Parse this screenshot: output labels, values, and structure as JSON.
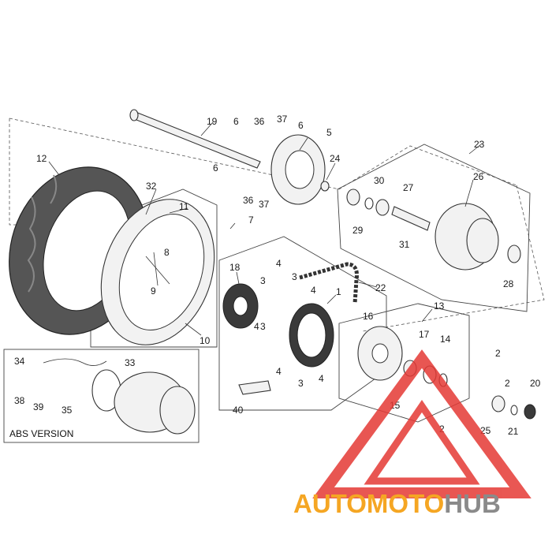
{
  "diagram": {
    "abs_label": "ABS VERSION",
    "callouts": [
      {
        "id": "c1",
        "text": "1"
      },
      {
        "id": "c2a",
        "text": "2"
      },
      {
        "id": "c2b",
        "text": "2"
      },
      {
        "id": "c2c",
        "text": "2"
      },
      {
        "id": "c3a",
        "text": "3"
      },
      {
        "id": "c3b",
        "text": "3"
      },
      {
        "id": "c3c",
        "text": "3"
      },
      {
        "id": "c3d",
        "text": "3"
      },
      {
        "id": "c4a",
        "text": "4"
      },
      {
        "id": "c4b",
        "text": "4"
      },
      {
        "id": "c4c",
        "text": "4"
      },
      {
        "id": "c4d",
        "text": "4"
      },
      {
        "id": "c4e",
        "text": "4"
      },
      {
        "id": "c5",
        "text": "5"
      },
      {
        "id": "c6a",
        "text": "6"
      },
      {
        "id": "c6b",
        "text": "6"
      },
      {
        "id": "c6c",
        "text": "6"
      },
      {
        "id": "c7",
        "text": "7"
      },
      {
        "id": "c8",
        "text": "8"
      },
      {
        "id": "c9",
        "text": "9"
      },
      {
        "id": "c10",
        "text": "10"
      },
      {
        "id": "c11",
        "text": "11"
      },
      {
        "id": "c12",
        "text": "12"
      },
      {
        "id": "c13",
        "text": "13"
      },
      {
        "id": "c14",
        "text": "14"
      },
      {
        "id": "c15",
        "text": "15"
      },
      {
        "id": "c16",
        "text": "16"
      },
      {
        "id": "c17",
        "text": "17"
      },
      {
        "id": "c18",
        "text": "18"
      },
      {
        "id": "c19",
        "text": "19"
      },
      {
        "id": "c20",
        "text": "20"
      },
      {
        "id": "c21",
        "text": "21"
      },
      {
        "id": "c22",
        "text": "22"
      },
      {
        "id": "c23",
        "text": "23"
      },
      {
        "id": "c24",
        "text": "24"
      },
      {
        "id": "c25",
        "text": "25"
      },
      {
        "id": "c26",
        "text": "26"
      },
      {
        "id": "c27",
        "text": "27"
      },
      {
        "id": "c28",
        "text": "28"
      },
      {
        "id": "c29",
        "text": "29"
      },
      {
        "id": "c30",
        "text": "30"
      },
      {
        "id": "c31",
        "text": "31"
      },
      {
        "id": "c32",
        "text": "32"
      },
      {
        "id": "c33",
        "text": "33"
      },
      {
        "id": "c34",
        "text": "34"
      },
      {
        "id": "c35",
        "text": "35"
      },
      {
        "id": "c36a",
        "text": "36"
      },
      {
        "id": "c36b",
        "text": "36"
      },
      {
        "id": "c37a",
        "text": "37"
      },
      {
        "id": "c37b",
        "text": "37"
      },
      {
        "id": "c38",
        "text": "38"
      },
      {
        "id": "c39",
        "text": "39"
      },
      {
        "id": "c40",
        "text": "40"
      }
    ]
  },
  "watermark": {
    "part1": "AUTO",
    "part2": "MOTO",
    "part3": "HUB",
    "color_auto": "#f5a623",
    "color_moto": "#f5a623",
    "color_hub": "#8a8a8a",
    "color_triangle": "#e53935"
  }
}
